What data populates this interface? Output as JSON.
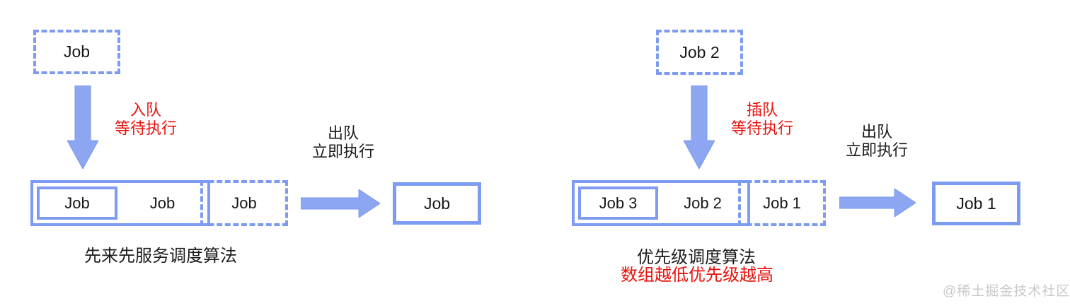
{
  "colors": {
    "blue_border": "#7d9bf0",
    "blue_fill": "#8ca6f1",
    "red_text": "#e8120d",
    "black_text": "#1b1b1b",
    "watermark_gray": "#c9c9c9"
  },
  "left": {
    "incoming_job": "Job",
    "enqueue_label": [
      "入队",
      "等待执行"
    ],
    "dequeue_label": [
      "出队",
      "立即执行"
    ],
    "queue": [
      "Job",
      "Job",
      "Job"
    ],
    "result": "Job",
    "caption": "先来先服务调度算法"
  },
  "right": {
    "incoming_job": "Job 2",
    "enqueue_label": [
      "插队",
      "等待执行"
    ],
    "dequeue_label": [
      "出队",
      "立即执行"
    ],
    "queue": [
      "Job 3",
      "Job 2",
      "Job 1"
    ],
    "result": "Job 1",
    "caption": "优先级调度算法",
    "caption_note": "数组越低优先级越高"
  },
  "watermark": "@稀土掘金技术社区"
}
